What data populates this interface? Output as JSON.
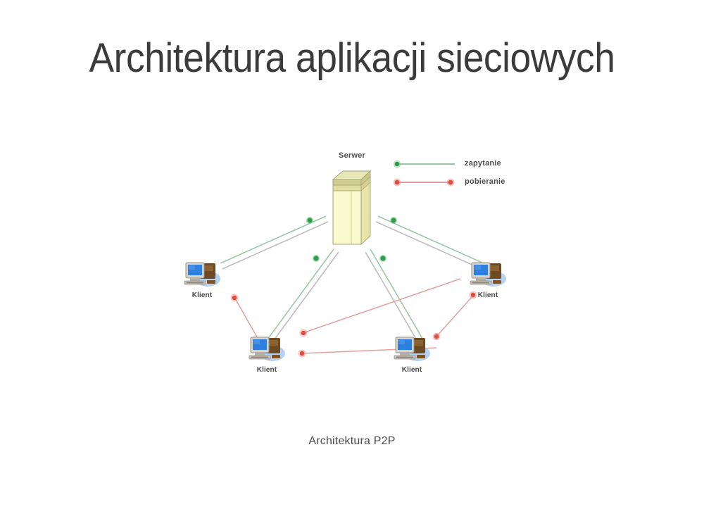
{
  "slide": {
    "title": "Architektura aplikacji sieciowych",
    "caption": "Architektura P2P",
    "background_color": "#ffffff",
    "title_color": "#3b3b3b"
  },
  "diagram": {
    "type": "network-topology",
    "server": {
      "label": "Serwer",
      "icon": "server-tower-icon",
      "body_color": "#f7f6c4",
      "top_color": "#d5d49a",
      "outline_color": "#9a9a63"
    },
    "clients": [
      {
        "id": "client-left",
        "label": "Klient",
        "icon": "computer-icon"
      },
      {
        "id": "client-right",
        "label": "Klient",
        "icon": "computer-icon"
      },
      {
        "id": "client-bl",
        "label": "Klient",
        "icon": "computer-icon"
      },
      {
        "id": "client-br",
        "label": "Klient",
        "icon": "computer-icon"
      }
    ],
    "client_icon_colors": {
      "screen": "#2f7fe0",
      "case": "#6d4a22",
      "shadow": "#a8c8ec",
      "base": "#b0a898"
    },
    "link_colors": {
      "query_line": "#9cc7a6",
      "query_dot": "#2f9e4a",
      "download_line": "#e0a0a0",
      "download_dot": "#e24b42",
      "conduit": "#b9b9b9"
    }
  },
  "legend": {
    "items": [
      {
        "label": "zapytanie",
        "style": "query",
        "line_color": "#9cc7a6",
        "dot_color": "#2f9e4a",
        "dots": "start"
      },
      {
        "label": "pobieranie",
        "style": "download",
        "line_color": "#e0a0a0",
        "dot_color": "#e24b42",
        "dots": "both"
      }
    ]
  }
}
